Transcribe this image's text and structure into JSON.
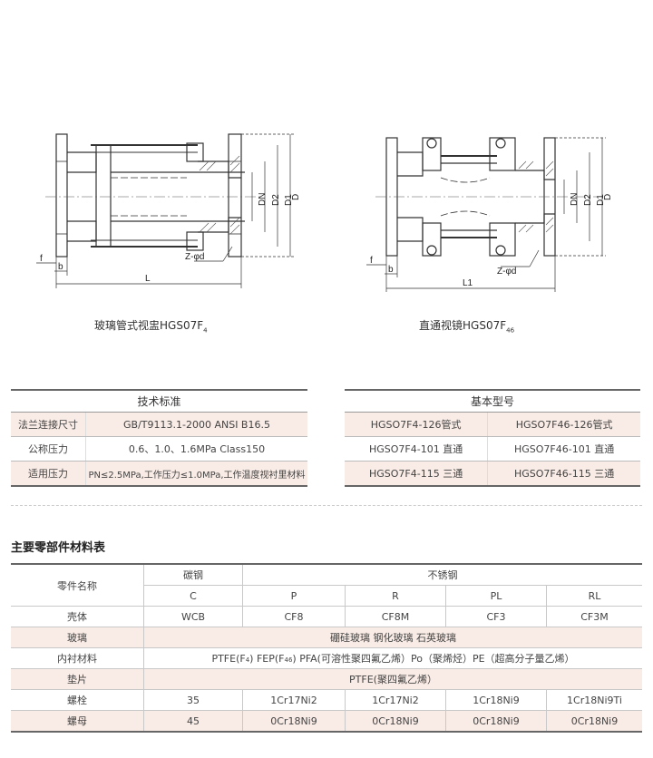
{
  "drawing_left": {
    "caption": "玻璃管式视盅HGS07F",
    "caption_sub": "4",
    "labels": {
      "dn": "DN",
      "d2": "D2",
      "d1": "D1",
      "d": "D",
      "z": "Z-φd",
      "f": "f",
      "b": "b",
      "l": "L"
    }
  },
  "drawing_right": {
    "caption": "直通视镜HGS07F",
    "caption_sub": "46",
    "labels": {
      "dn": "DN",
      "d2": "D2",
      "d1": "D1",
      "d": "D",
      "z": "Z-φd",
      "f": "f",
      "b": "b",
      "l": "L1"
    }
  },
  "tech_table": {
    "title": "技术标准",
    "rows": [
      {
        "label": "法兰连接尺寸",
        "value": "GB/T9113.1-2000 ANSI B16.5"
      },
      {
        "label": "公称压力",
        "value": "0.6、1.0、1.6MPa   Class150"
      },
      {
        "label": "适用压力",
        "value": "PN≤2.5MPa,工作压力≤1.0MPa,工作温度视衬里材料"
      }
    ]
  },
  "basic_table": {
    "title": "基本型号",
    "rows": [
      [
        "HGSO7F4-126管式",
        "HGSO7F46-126管式"
      ],
      [
        "HGSO7F4-101 直通",
        "HGSO7F46-101 直通"
      ],
      [
        "HGSO7F4-115 三通",
        "HGSO7F46-115 三通"
      ]
    ]
  },
  "materials": {
    "title": "主要零部件材料表",
    "header": {
      "part": "零件名称",
      "carbon": "碳钢",
      "stainless": "不锈钢",
      "codes": [
        "C",
        "P",
        "R",
        "PL",
        "RL"
      ]
    },
    "rows": {
      "shell": {
        "name": "壳体",
        "values": [
          "WCB",
          "CF8",
          "CF8M",
          "CF3",
          "CF3M"
        ]
      },
      "glass": {
        "name": "玻璃",
        "value": "硼硅玻璃  钢化玻璃   石英玻璃"
      },
      "lining": {
        "name": "内衬材料",
        "p1": "PTFE(F",
        "s1": "4",
        "p2": ") FEP(F",
        "s2": "46",
        "p3": ") PFA(可溶性聚四氟乙烯）Po（聚烯烃）PE（超高分子量乙烯）"
      },
      "gasket": {
        "name": "垫片",
        "value": "PTFE(聚四氟乙烯）"
      },
      "bolt": {
        "name": "螺栓",
        "values": [
          "35",
          "1Cr17Ni2",
          "1Cr17Ni2",
          "1Cr18Ni9",
          "1Cr18Ni9Ti"
        ]
      },
      "nut": {
        "name": "螺母",
        "values": [
          "45",
          "0Cr18Ni9",
          "0Cr18Ni9",
          "0Cr18Ni9",
          "0Cr18Ni9"
        ]
      }
    }
  }
}
